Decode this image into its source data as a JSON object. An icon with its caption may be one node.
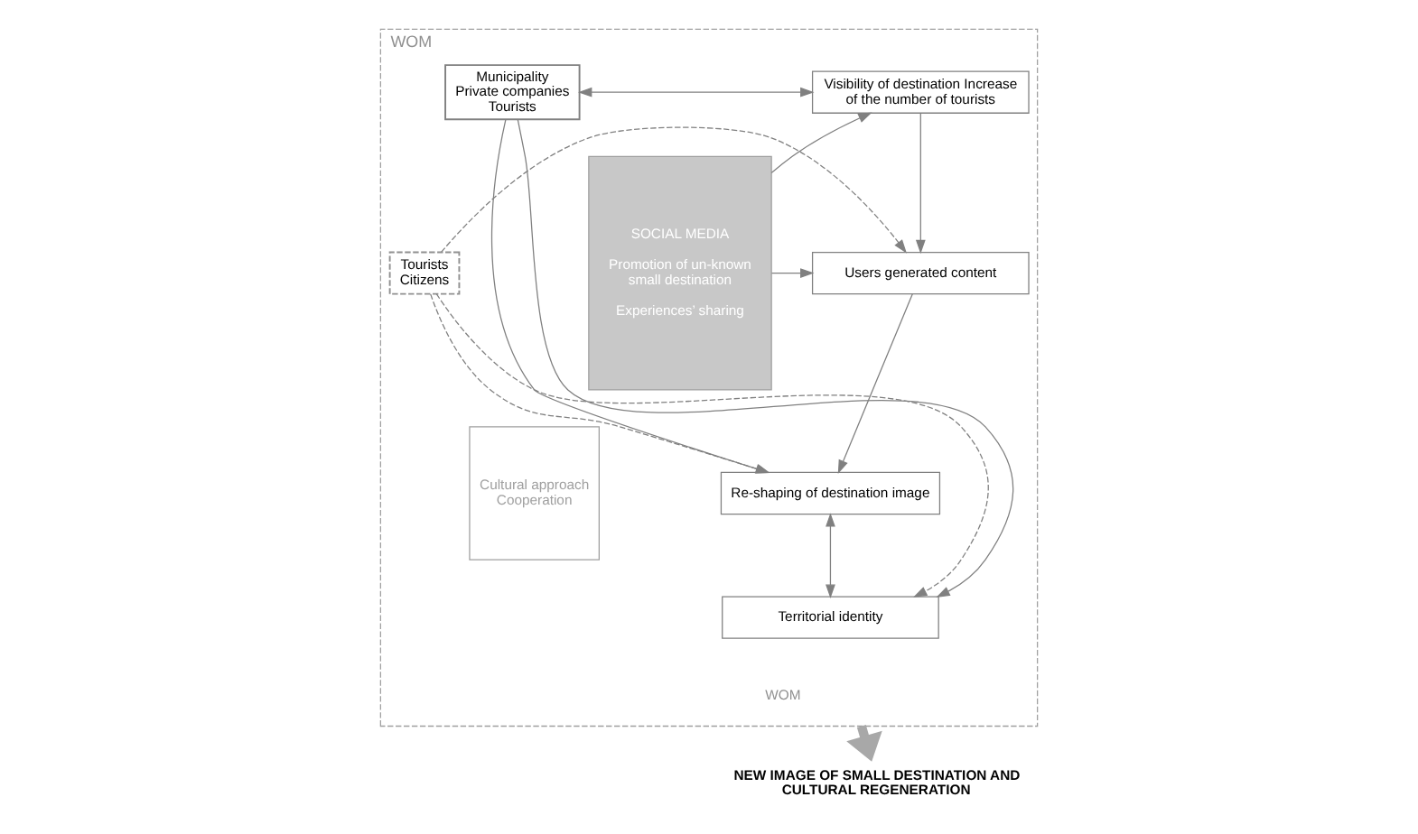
{
  "diagram": {
    "nodes": [
      {
        "text": [
          "WOM",
          "WOM"
        ]
      },
      {
        "text": [
          "SOCIAL MEDIA",
          "Promotion of un-known small destination",
          "Experiences’ sharing"
        ],
        "in": 0
      },
      {
        "text": [
          "Visibility of destination Increase of the number of tourists"
        ],
        "in": 0
      },
      {
        "text": [
          "Users generated content"
        ],
        "in": 0
      },
      {
        "text": [
          "Re-shaping of destination image"
        ],
        "in": 0
      },
      {
        "text": [
          "Territorial identity"
        ],
        "in": 0
      },
      {
        "text": [
          "Municipality Private companies Tourists"
        ],
        "in": 0
      },
      {
        "text": [
          "Tourists Citizens"
        ],
        "in": 0
      },
      {
        "text": [
          "Cultural approach Cooperation"
        ],
        "in": 0
      },
      {
        "text": [
          "NEW IMAGE OF SMALL DESTINATION AND CULTURAL REGENERATION"
        ]
      }
    ],
    "edges": [
      {
        "from": 1,
        "to": 2,
        "arrow": "to"
      },
      {
        "from": 1,
        "to": 3,
        "arrow": "to"
      },
      {
        "from": 2,
        "to": 3,
        "arrow": "to"
      },
      {
        "from": 3,
        "to": 4,
        "arrow": "to"
      },
      {
        "from": 4,
        "to": 5,
        "arrow": "both"
      },
      {
        "from": 2,
        "to": 6,
        "arrow": "both"
      },
      {
        "from": 6,
        "to": 4,
        "arrow": "to"
      },
      {
        "from": 6,
        "to": 5,
        "arrow": "to"
      },
      {
        "from": 7,
        "to": 3,
        "arrow": "to",
        "style": "dashed"
      },
      {
        "from": 7,
        "to": 4,
        "arrow": "to",
        "style": "dashed"
      },
      {
        "from": 7,
        "to": 5,
        "arrow": "to",
        "style": "dashed"
      },
      {
        "from": 0,
        "to": 9,
        "arrow": "to",
        "style": "thick"
      }
    ]
  }
}
